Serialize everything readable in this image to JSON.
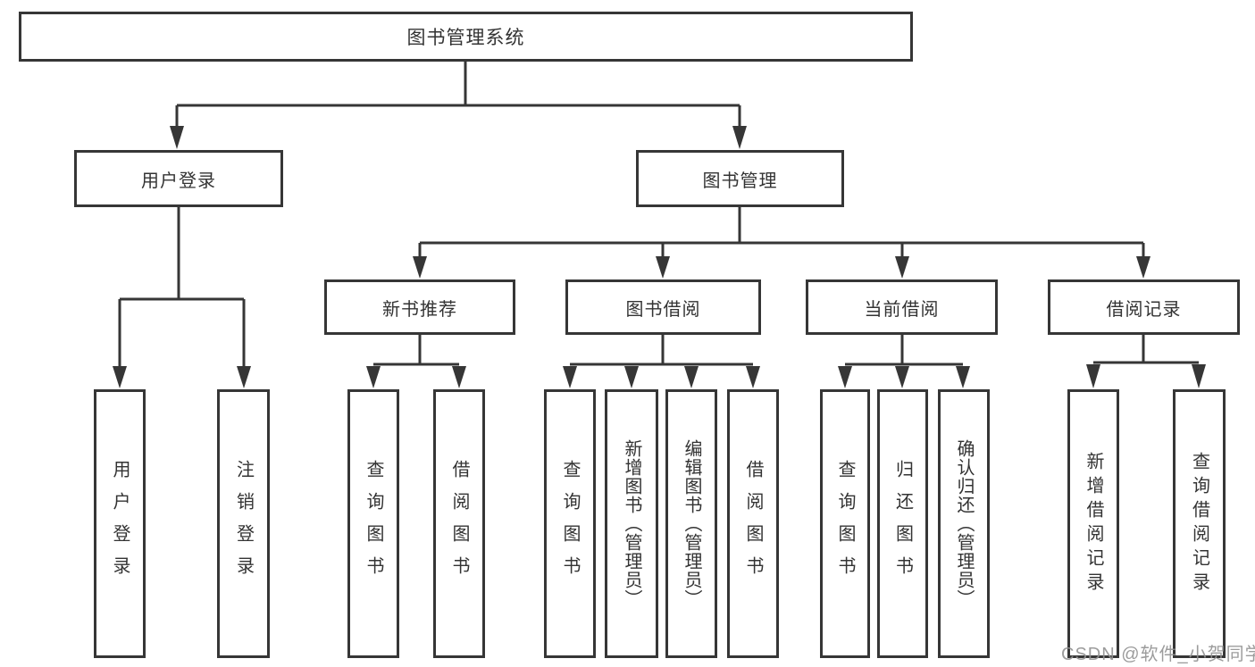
{
  "tree": {
    "label": "图书管理系统",
    "children": [
      {
        "label": "用户登录",
        "children": [
          {
            "label": "用户登录"
          },
          {
            "label": "注销登录"
          }
        ]
      },
      {
        "label": "图书管理",
        "children": [
          {
            "label": "新书推荐",
            "children": [
              {
                "label": "查询图书"
              },
              {
                "label": "借阅图书"
              }
            ]
          },
          {
            "label": "图书借阅",
            "children": [
              {
                "label": "查询图书"
              },
              {
                "label": "新增图书（管理员）"
              },
              {
                "label": "编辑图书（管理员）"
              },
              {
                "label": "借阅图书"
              }
            ]
          },
          {
            "label": "当前借阅",
            "children": [
              {
                "label": "查询图书"
              },
              {
                "label": "归还图书"
              },
              {
                "label": "确认归还（管理员）"
              }
            ]
          },
          {
            "label": "借阅记录",
            "children": [
              {
                "label": "新增借阅记录"
              },
              {
                "label": "查询借阅记录"
              }
            ]
          }
        ]
      }
    ]
  },
  "watermark": "CSDN @软件_小贺同学",
  "colors": {
    "line": "#363636",
    "text": "#333333",
    "watermark": "#919191",
    "background": "#ffffff"
  }
}
